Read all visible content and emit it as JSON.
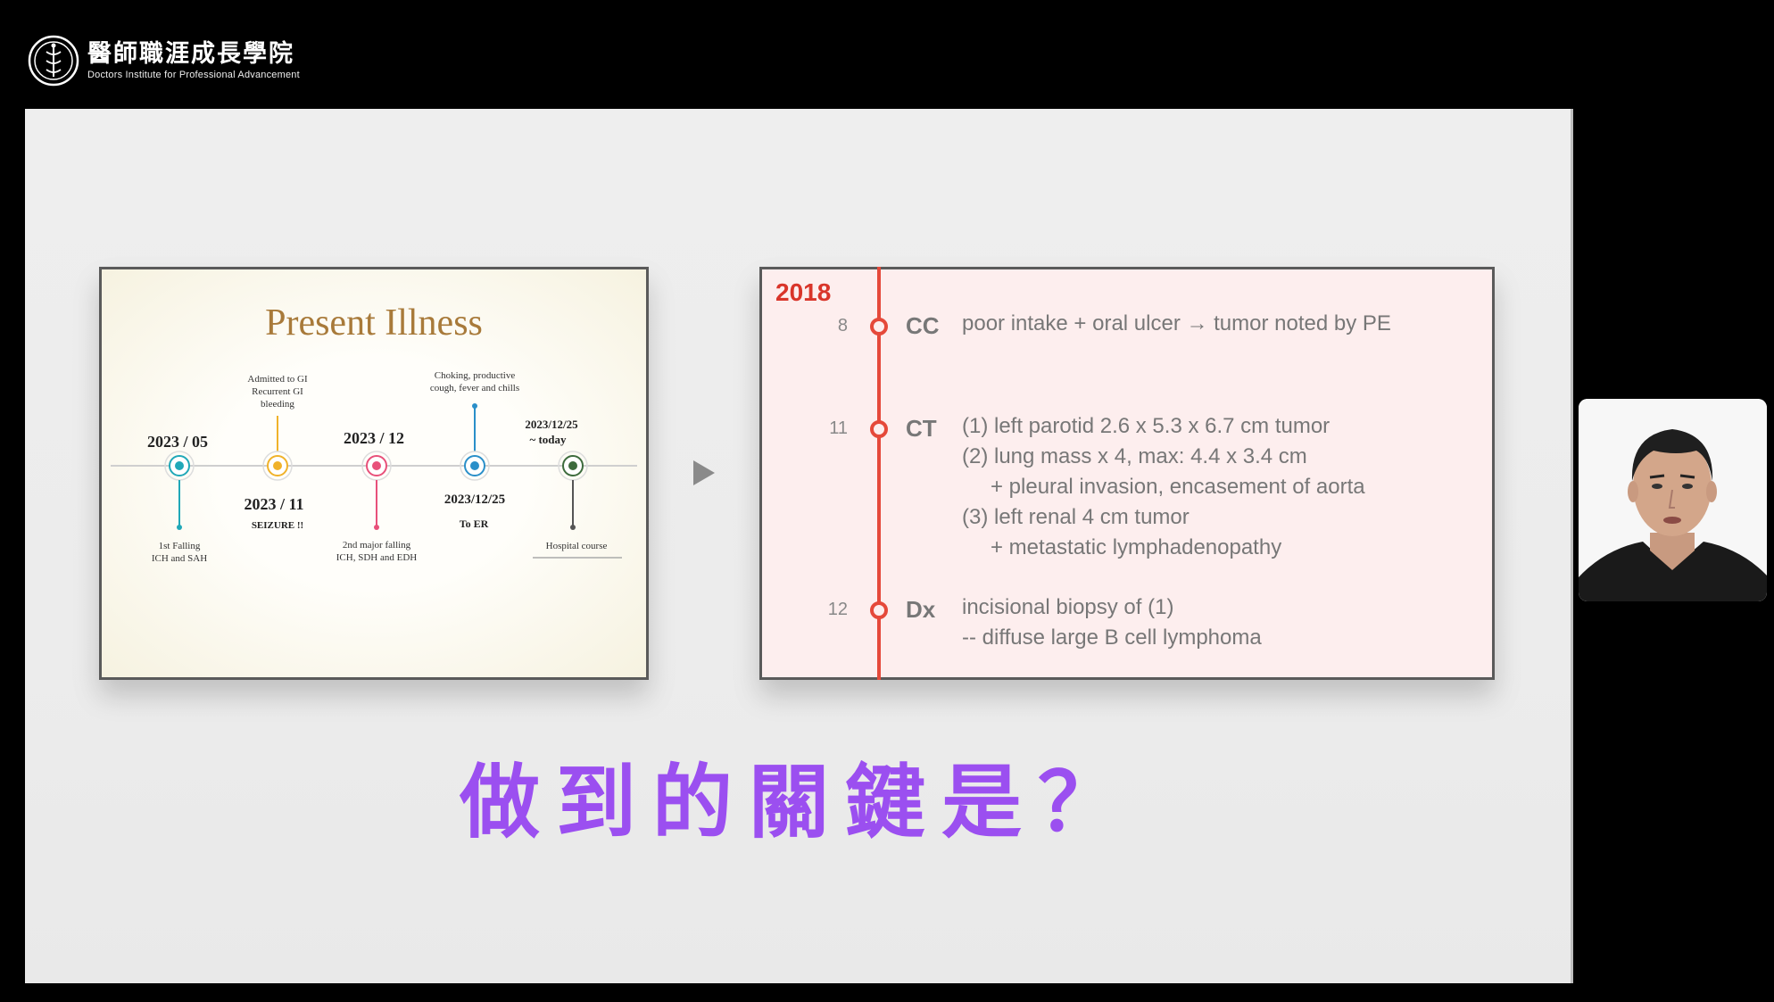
{
  "logo": {
    "name_cn": "醫師職涯成長學院",
    "name_en": "Doctors Institute for Professional Advancement",
    "icon": "caduceus-seal-icon"
  },
  "present_illness": {
    "title": "Present Illness",
    "events": [
      {
        "date": "2023 / 05",
        "below_1": "1st  Falling",
        "below_2": "ICH and SAH",
        "color": "#20a8b8"
      },
      {
        "date": "2023 / 11",
        "above_1": "Admitted to GI",
        "above_2": "Recurrent GI",
        "above_3": "bleeding",
        "below_1": "SEIZURE !!",
        "color": "#f0b22a"
      },
      {
        "date": "2023 / 12",
        "below_1": "2nd major falling",
        "below_2": "ICH, SDH and EDH",
        "color": "#e8507a"
      },
      {
        "date": "2023/12/25",
        "above_1": "Choking, productive",
        "above_2": "cough, fever and chills",
        "below_1": "To ER",
        "color": "#2a8fc9"
      },
      {
        "date": "2023/12/25",
        "date_2": "~ today",
        "below_1": "Hospital course",
        "color": "#3d6b3d"
      }
    ]
  },
  "timeline": {
    "year": "2018",
    "entries": [
      {
        "month": "8",
        "tag": "CC",
        "lines": [
          "poor intake + oral ulcer → tumor noted by PE"
        ]
      },
      {
        "month": "11",
        "tag": "CT",
        "lines": [
          "(1) left parotid 2.6 x 5.3 x 6.7 cm tumor",
          "(2) lung mass x 4, max: 4.4 x 3.4 cm",
          "      + pleural invasion, encasement of aorta",
          "(3) left renal 4 cm tumor",
          "      + metastatic lymphadenopathy"
        ]
      },
      {
        "month": "12",
        "tag": "Dx",
        "lines": [
          "incisional biopsy of (1)",
          "-- diffuse large B cell lymphoma"
        ]
      }
    ]
  },
  "subtitle": "做到的關鍵是？",
  "colors": {
    "accent_red": "#e5493a",
    "year_red": "#d9352a",
    "subtitle_purple": "#9b4ff0"
  }
}
